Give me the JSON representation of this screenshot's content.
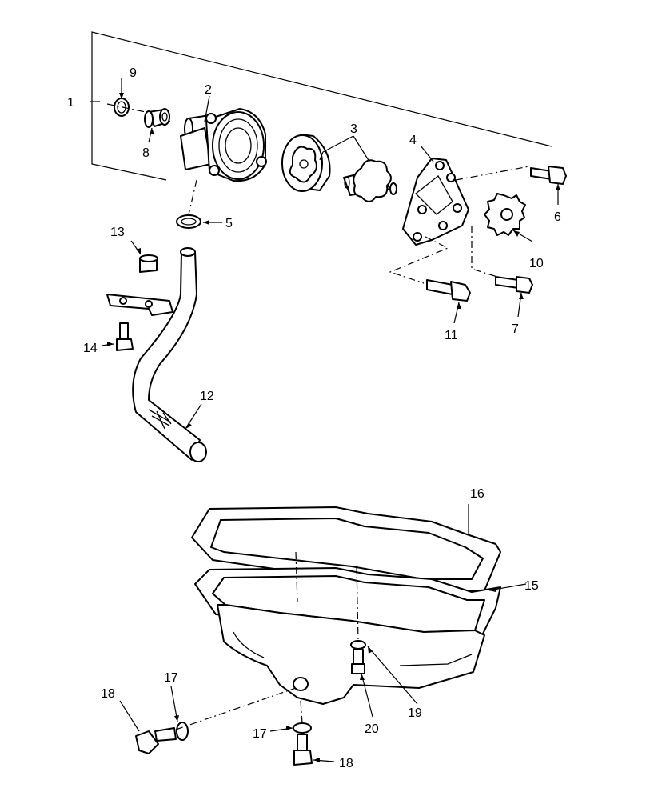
{
  "labels": [
    "1",
    "2",
    "3",
    "4",
    "5",
    "6",
    "7",
    "8",
    "9",
    "10",
    "11",
    "12",
    "13",
    "14",
    "15",
    "16",
    "17",
    "17",
    "18",
    "18",
    "19",
    "20"
  ]
}
